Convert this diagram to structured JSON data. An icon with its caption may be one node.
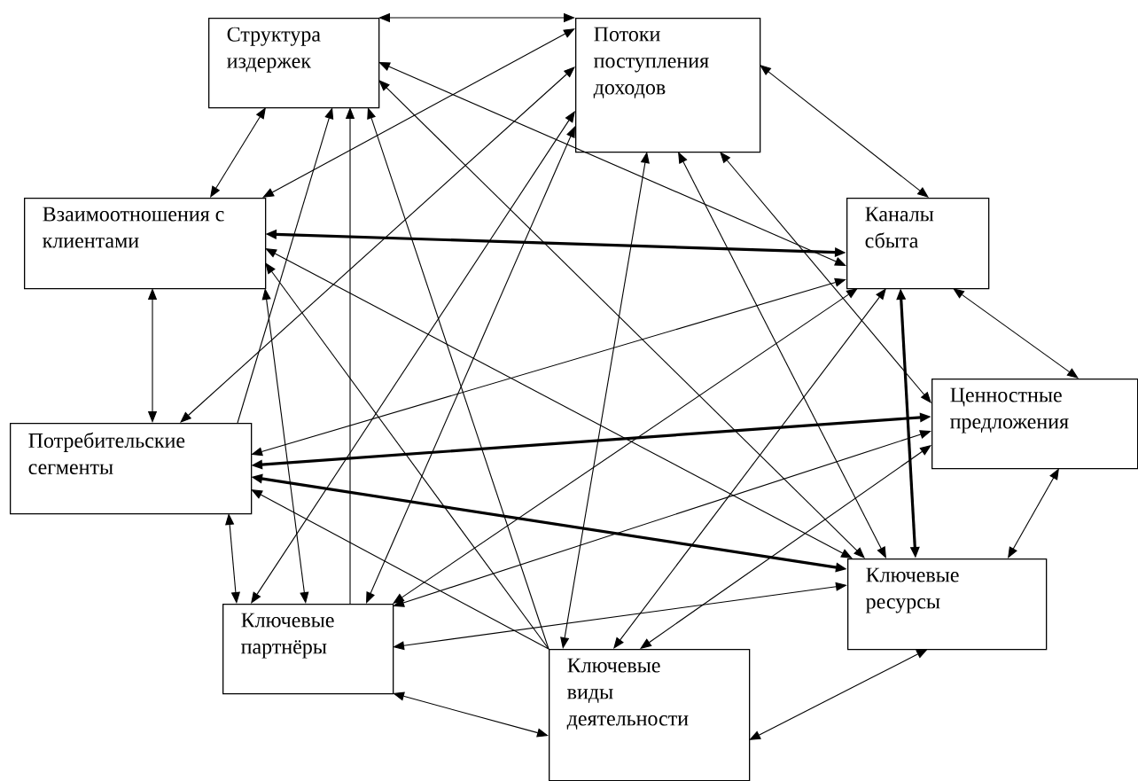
{
  "diagram": {
    "nodes": [
      {
        "text": [
          "Структура издержек"
        ]
      },
      {
        "text": [
          "Потоки поступления доходов"
        ]
      },
      {
        "text": [
          "Взаимоотношения с клиентами"
        ]
      },
      {
        "text": [
          "Каналы сбыта"
        ]
      },
      {
        "text": [
          "Потребительские сегменты"
        ]
      },
      {
        "text": [
          "Ценностные предложения"
        ]
      },
      {
        "text": [
          "Ключевые ресурсы"
        ]
      },
      {
        "text": [
          "Ключевые партнёры"
        ]
      },
      {
        "text": [
          "Ключевые виды деятельности"
        ]
      }
    ],
    "edges": [
      {
        "from": 0,
        "to": 1,
        "arrow": "both"
      },
      {
        "from": 0,
        "to": 2,
        "arrow": "both"
      },
      {
        "from": 1,
        "to": 2,
        "arrow": "both"
      },
      {
        "from": 0,
        "to": 3,
        "arrow": "both"
      },
      {
        "from": 0,
        "to": 6,
        "arrow": "both"
      },
      {
        "from": 4,
        "to": 0,
        "arrow": "to"
      },
      {
        "from": 7,
        "to": 0,
        "arrow": "to"
      },
      {
        "from": 8,
        "to": 0,
        "arrow": "to"
      },
      {
        "from": 1,
        "to": 4,
        "arrow": "both"
      },
      {
        "from": 1,
        "to": 7,
        "arrow": "both"
      },
      {
        "from": 1,
        "to": 7,
        "arrow": "both"
      },
      {
        "from": 1,
        "to": 8,
        "arrow": "both"
      },
      {
        "from": 1,
        "to": 6,
        "arrow": "both"
      },
      {
        "from": 1,
        "to": 5,
        "arrow": "both"
      },
      {
        "from": 1,
        "to": 3,
        "arrow": "both"
      },
      {
        "from": 2,
        "to": 3,
        "arrow": "both",
        "style": "thick"
      },
      {
        "from": 2,
        "to": 6,
        "arrow": "both"
      },
      {
        "from": 8,
        "to": 2,
        "arrow": "to"
      },
      {
        "from": 2,
        "to": 4,
        "arrow": "both"
      },
      {
        "from": 2,
        "to": 7,
        "arrow": "both"
      },
      {
        "from": 3,
        "to": 4,
        "arrow": "both"
      },
      {
        "from": 4,
        "to": 5,
        "arrow": "both",
        "style": "thick"
      },
      {
        "from": 4,
        "to": 6,
        "arrow": "both",
        "style": "thick"
      },
      {
        "from": 8,
        "to": 4,
        "arrow": "to"
      },
      {
        "from": 3,
        "to": 7,
        "arrow": "both"
      },
      {
        "from": 5,
        "to": 7,
        "arrow": "both"
      },
      {
        "from": 3,
        "to": 8,
        "arrow": "both"
      },
      {
        "from": 5,
        "to": 8,
        "arrow": "both"
      },
      {
        "from": 3,
        "to": 5,
        "arrow": "both"
      },
      {
        "from": 3,
        "to": 6,
        "arrow": "both",
        "style": "thick"
      },
      {
        "from": 5,
        "to": 6,
        "arrow": "both"
      },
      {
        "from": 6,
        "to": 7,
        "arrow": "both"
      },
      {
        "from": 6,
        "to": 8,
        "arrow": "both"
      },
      {
        "from": 7,
        "to": 8,
        "arrow": "both"
      },
      {
        "from": 4,
        "to": 7,
        "arrow": "both"
      }
    ]
  }
}
